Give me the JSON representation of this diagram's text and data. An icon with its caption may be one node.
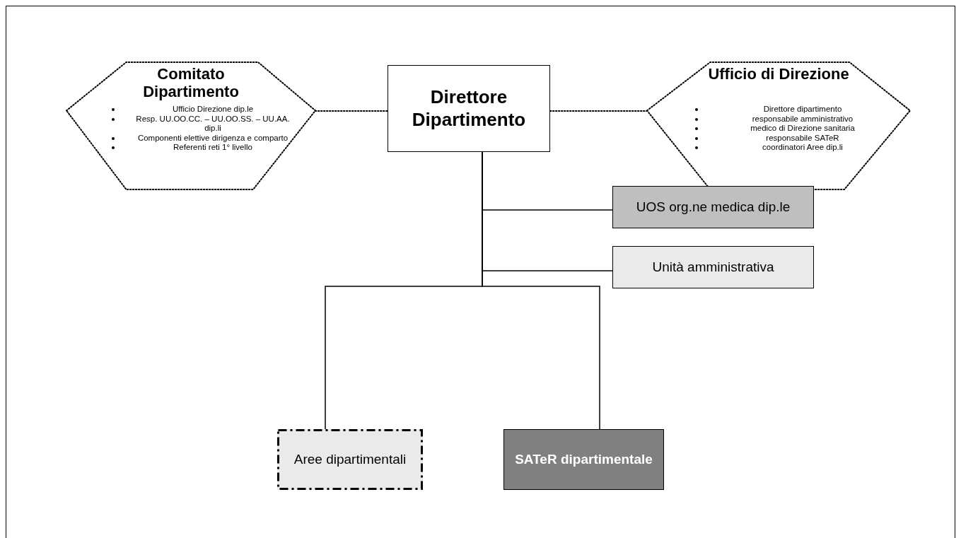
{
  "diagram": {
    "nodes": [
      {
        "text": [
          "Comitato Dipartimento",
          "Ufficio Direzione dip.le",
          "Resp. UU.OO.CC. – UU.OO.SS. – UU.AA. dip.li",
          "Componenti elettive dirigenza e comparto",
          "Referenti reti 1° livello"
        ]
      },
      {
        "text": [
          "Direttore Dipartimento"
        ]
      },
      {
        "text": [
          "Ufficio di Direzione",
          "Direttore dipartimento",
          "responsabile amministrativo",
          "medico di Direzione sanitaria",
          "responsabile SATeR",
          "coordinatori Aree dip.li"
        ]
      },
      {
        "text": [
          "UOS org.ne medica dip.le"
        ]
      },
      {
        "text": [
          "Unità amministrativa"
        ]
      },
      {
        "text": [
          "Aree dipartimentali"
        ]
      },
      {
        "text": [
          "SATeR dipartimentale"
        ]
      }
    ],
    "edges": [
      {
        "from": 0,
        "to": 1,
        "arrow": "none",
        "style": "dashed"
      },
      {
        "from": 1,
        "to": 2,
        "arrow": "none",
        "style": "dashed"
      },
      {
        "from": 1,
        "to": 3,
        "arrow": "none"
      },
      {
        "from": 1,
        "to": 4,
        "arrow": "none"
      },
      {
        "from": 1,
        "to": 5,
        "arrow": "none"
      },
      {
        "from": 1,
        "to": 6,
        "arrow": "none"
      }
    ]
  }
}
